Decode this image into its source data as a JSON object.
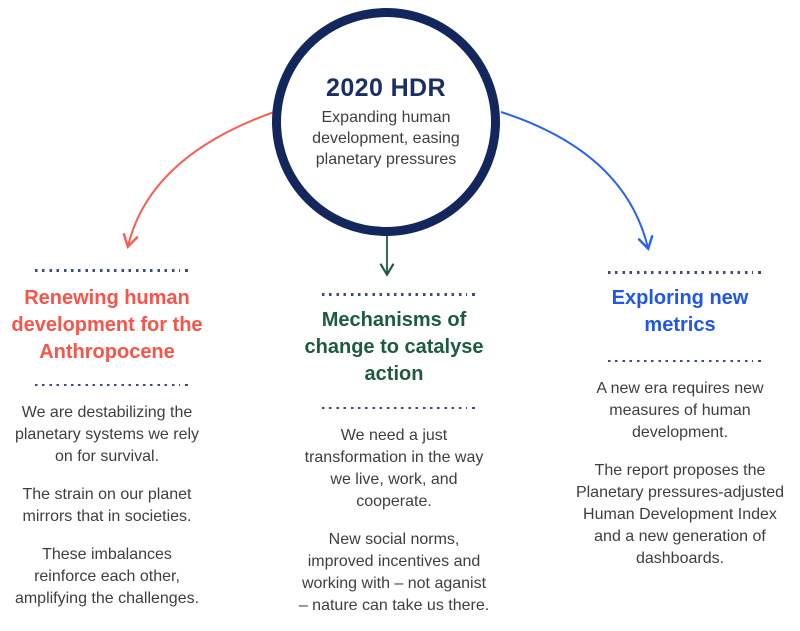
{
  "center": {
    "title": "2020 HDR",
    "subtitle": "Expanding human\ndevelopment, easing\nplanetary pressures"
  },
  "columns": [
    {
      "id": "renewing-human-development",
      "accent": "#fa5349",
      "heading": "Renewing human\ndevelopment for the\nAnthropocene",
      "paragraphs": [
        "We are destabilizing the\nplanetary systems we rely\non for survival.",
        "The strain on our planet\nmirrors that in societies.",
        "These imbalances\nreinforce each other,\namplifying the challenges."
      ]
    },
    {
      "id": "mechanisms-of-change",
      "accent": "#1e5b3e",
      "heading": "Mechanisms of\nchange to catalyse\naction",
      "paragraphs": [
        "We need a just\ntransformation in the way\nwe live, work, and\ncooperate.",
        "New social norms,\nimproved incentives and\nworking with – not aganist\n– nature can take us there."
      ]
    },
    {
      "id": "exploring-new-metrics",
      "accent": "#1e56ee",
      "heading": "Exploring new\nmetrics",
      "paragraphs": [
        "A new era requires new\nmeasures of human\ndevelopment.",
        "The report proposes the\nPlanetary pressures-adjusted\nHuman Development Index\nand a new generation of\ndashboards."
      ]
    }
  ],
  "colors": {
    "circle_border": "#13275c",
    "circle_title": "#1b2f64",
    "body_text": "#3e3e40",
    "divider_dots": "#3b4d7a",
    "arrow_red": "#fb5d52",
    "arrow_green": "#1e5b3e",
    "arrow_blue": "#2a62ee"
  }
}
